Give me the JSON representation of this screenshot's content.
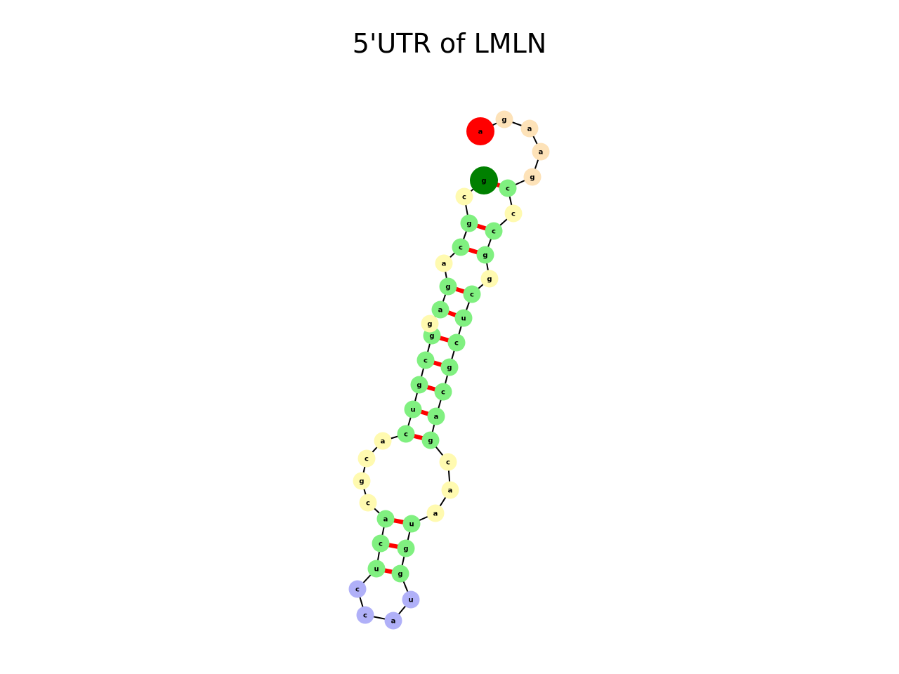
{
  "title": "5'UTR of LMLN",
  "colors": {
    "start": "#ff0000",
    "end": "#008000",
    "stem": "#80f080",
    "unpaired": "#fffab0",
    "hairpin": "#b0b0f8",
    "exterior": "#fde2b8",
    "backbone": "#000000",
    "pair": "#ff0000"
  },
  "nucleotides": [
    {
      "base": "a",
      "kind": "start"
    },
    {
      "base": "g",
      "kind": "exterior"
    },
    {
      "base": "a",
      "kind": "exterior"
    },
    {
      "base": "a",
      "kind": "exterior"
    },
    {
      "base": "g",
      "kind": "exterior"
    },
    {
      "base": "c",
      "kind": "stem"
    },
    {
      "base": "c",
      "kind": "unpaired"
    },
    {
      "base": "c",
      "kind": "stem"
    },
    {
      "base": "g",
      "kind": "stem"
    },
    {
      "base": "g",
      "kind": "unpaired"
    },
    {
      "base": "c",
      "kind": "stem"
    },
    {
      "base": "u",
      "kind": "stem"
    },
    {
      "base": "c",
      "kind": "stem"
    },
    {
      "base": "g",
      "kind": "stem"
    },
    {
      "base": "c",
      "kind": "stem"
    },
    {
      "base": "a",
      "kind": "stem"
    },
    {
      "base": "g",
      "kind": "stem"
    },
    {
      "base": "c",
      "kind": "unpaired"
    },
    {
      "base": "a",
      "kind": "unpaired"
    },
    {
      "base": "a",
      "kind": "unpaired"
    },
    {
      "base": "u",
      "kind": "stem"
    },
    {
      "base": "g",
      "kind": "stem"
    },
    {
      "base": "g",
      "kind": "stem"
    },
    {
      "base": "u",
      "kind": "hairpin"
    },
    {
      "base": "a",
      "kind": "hairpin"
    },
    {
      "base": "c",
      "kind": "hairpin"
    },
    {
      "base": "c",
      "kind": "hairpin"
    },
    {
      "base": "u",
      "kind": "stem"
    },
    {
      "base": "c",
      "kind": "stem"
    },
    {
      "base": "a",
      "kind": "stem"
    },
    {
      "base": "c",
      "kind": "unpaired"
    },
    {
      "base": "g",
      "kind": "unpaired"
    },
    {
      "base": "c",
      "kind": "unpaired"
    },
    {
      "base": "a",
      "kind": "unpaired"
    },
    {
      "base": "c",
      "kind": "stem"
    },
    {
      "base": "u",
      "kind": "stem"
    },
    {
      "base": "g",
      "kind": "stem"
    },
    {
      "base": "c",
      "kind": "stem"
    },
    {
      "base": "g",
      "kind": "stem"
    },
    {
      "base": "g",
      "kind": "unpaired"
    },
    {
      "base": "a",
      "kind": "stem"
    },
    {
      "base": "g",
      "kind": "stem"
    },
    {
      "base": "a",
      "kind": "unpaired"
    },
    {
      "base": "c",
      "kind": "stem"
    },
    {
      "base": "g",
      "kind": "stem"
    },
    {
      "base": "c",
      "kind": "unpaired"
    },
    {
      "base": "g",
      "kind": "end"
    }
  ],
  "pairs": [
    [
      5,
      46
    ],
    [
      7,
      44
    ],
    [
      8,
      43
    ],
    [
      10,
      41
    ],
    [
      11,
      40
    ],
    [
      12,
      38
    ],
    [
      13,
      37
    ],
    [
      14,
      36
    ],
    [
      15,
      35
    ],
    [
      16,
      34
    ],
    [
      20,
      29
    ],
    [
      21,
      28
    ],
    [
      22,
      27
    ]
  ]
}
